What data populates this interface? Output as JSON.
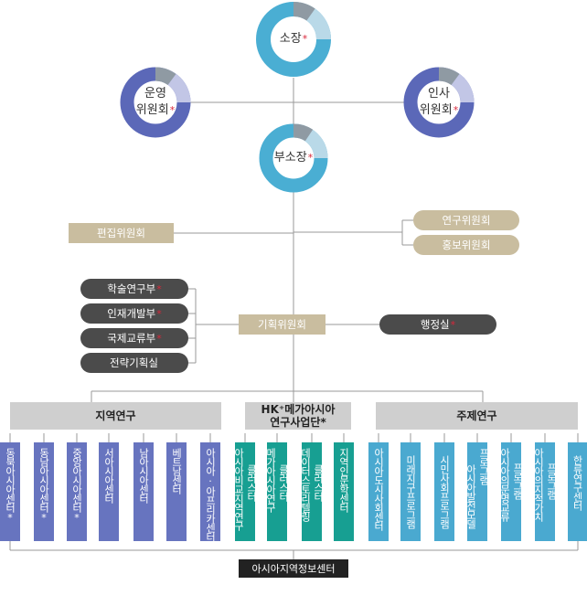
{
  "director": {
    "label": "소장",
    "star": "*"
  },
  "committees_left": {
    "line1": "운영",
    "line2": "위원회",
    "star": "*"
  },
  "committees_right": {
    "line1": "인사",
    "line2": "위원회",
    "star": "*"
  },
  "vice_director": {
    "label": "부소장",
    "star": "*"
  },
  "editorial_committee": "편집위원회",
  "research_committee": "연구위원회",
  "pr_committee": "홍보위원회",
  "planning_committee": "기획위원회",
  "admin_office": {
    "label": "행정실",
    "star": "*"
  },
  "left_depts": [
    {
      "label": "학술연구부",
      "star": "*"
    },
    {
      "label": "인재개발부",
      "star": "*"
    },
    {
      "label": "국제교류부",
      "star": "*"
    },
    {
      "label": "전략기획실",
      "star": ""
    }
  ],
  "groups": {
    "regional": "지역연구",
    "hk_line1": "HK⁺메가아시아",
    "hk_line2": "연구사업단*",
    "thematic": "주제연구"
  },
  "regional_centers": [
    "동북아시아센터*",
    "동남아시아센터*",
    "중앙아시아센터*",
    "서아시아센터",
    "남아시아센터",
    "베트남센터",
    "아시아·아프리카센터"
  ],
  "hk_units": [
    {
      "a": "아시아비교지역연구",
      "b": "클러스터"
    },
    {
      "a": "메가아시아연구",
      "b": "클러스터"
    },
    {
      "a": "데이터스토리텔링",
      "b": "클러스터"
    },
    {
      "a": "지역인문학센터",
      "b": ""
    }
  ],
  "thematic_units": [
    {
      "a": "아시아도시사회센터",
      "b": ""
    },
    {
      "a": "미래지구프로그램",
      "b": ""
    },
    {
      "a": "시민사회프로그램",
      "b": ""
    },
    {
      "a": "아시아발전모델",
      "b": "프로그램"
    },
    {
      "a": "아시아의문명교류",
      "b": "프로그램"
    },
    {
      "a": "아시아의지적가치",
      "b": "프로그램"
    },
    {
      "a": "한류연구센터",
      "b": ""
    }
  ],
  "info_center": "아시아지역정보센터",
  "colors": {
    "ring_blue": "#5b68b8",
    "ring_cyan": "#4aaed3",
    "dark": "#4b4b4b",
    "tan": "#c9bd9f",
    "green": "#179f92"
  }
}
